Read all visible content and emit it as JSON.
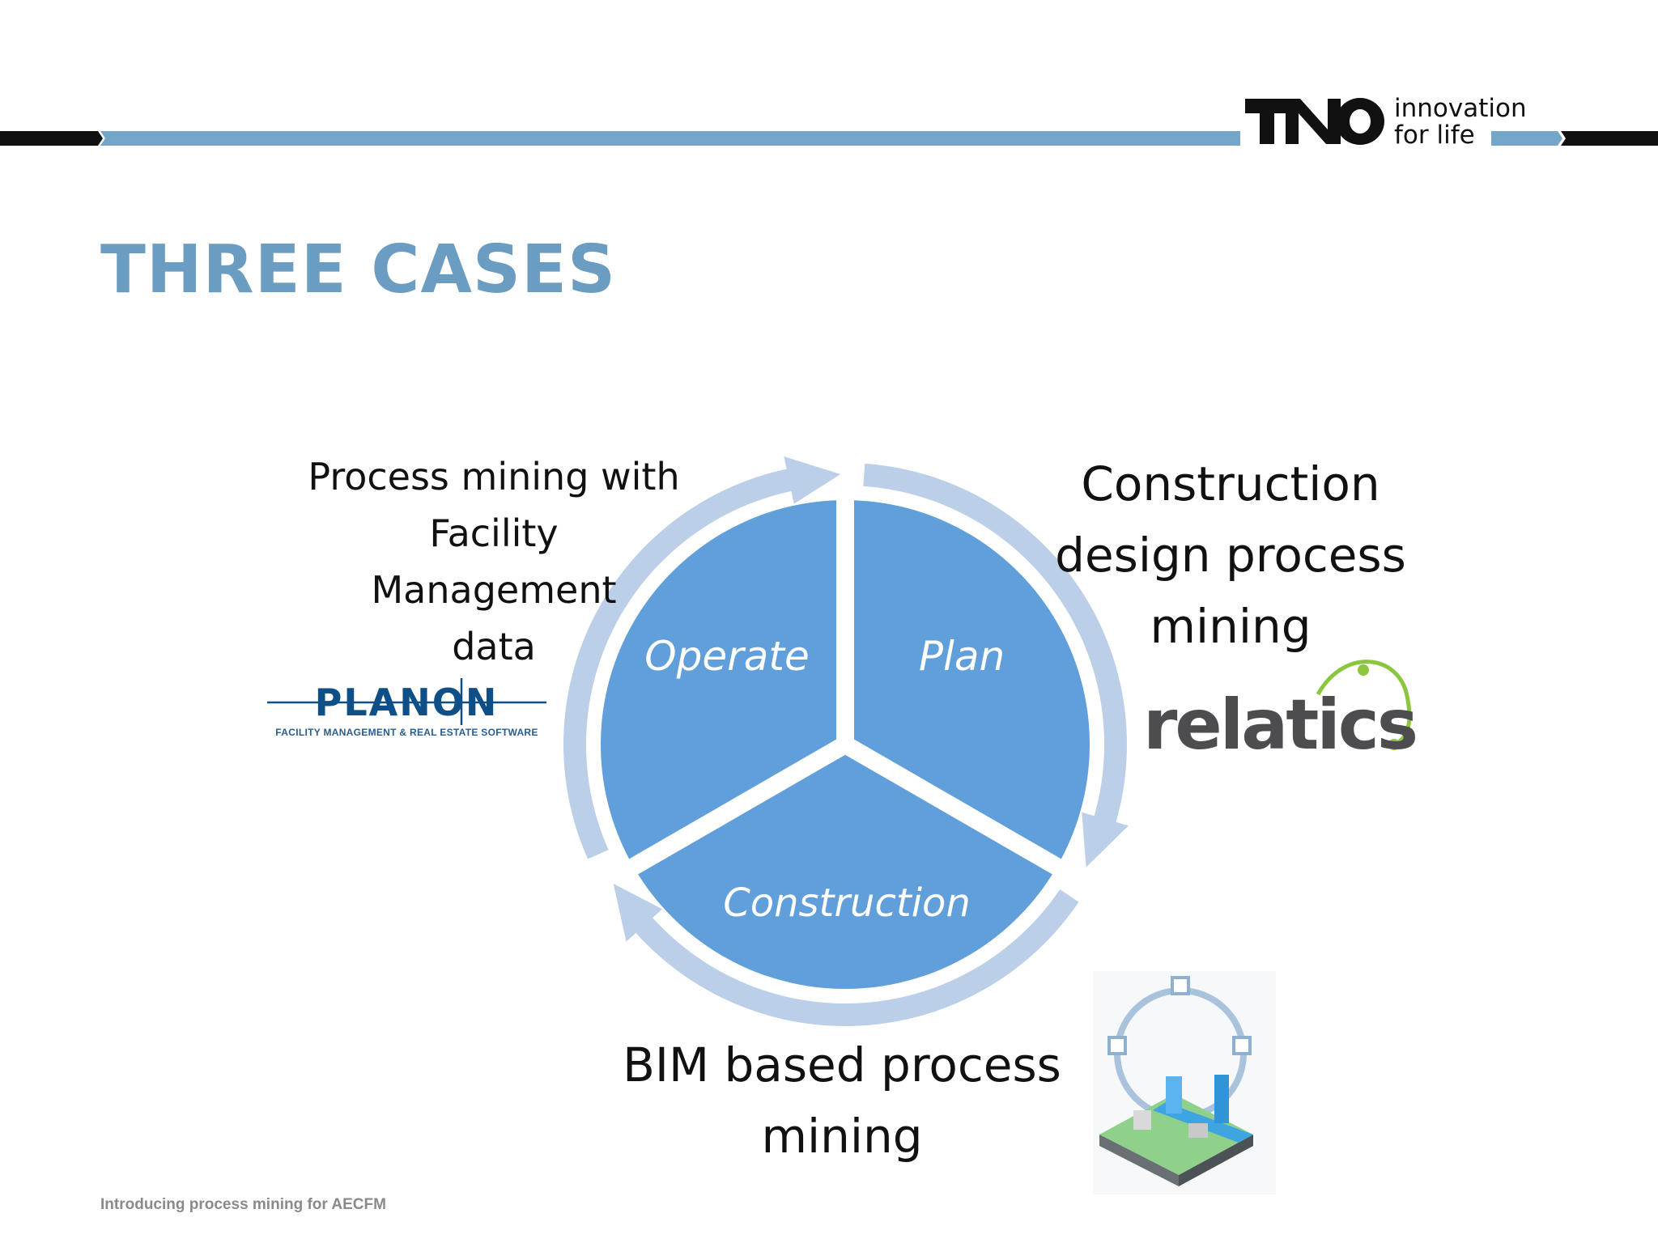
{
  "header": {
    "logo_mark": "TNO",
    "tagline_line1": "innovation",
    "tagline_line2": "for life"
  },
  "title": "THREE CASES",
  "cycle": {
    "segments": [
      {
        "label": "Plan"
      },
      {
        "label": "Construction"
      },
      {
        "label": "Operate"
      }
    ]
  },
  "cases": {
    "facility": {
      "lines": [
        "Process mining with",
        "Facility",
        "Management",
        "data"
      ],
      "logo_name": "PLANON",
      "logo_tagline": "FACILITY MANAGEMENT & REAL ESTATE SOFTWARE"
    },
    "design": {
      "lines": [
        "Construction",
        "design process",
        "mining"
      ],
      "logo_name": "relatics"
    },
    "bim": {
      "lines": [
        "BIM based process",
        "mining"
      ]
    }
  },
  "footer": "Introducing process mining for AECFM",
  "colors": {
    "title": "#6b9dc2",
    "band": "#74a6ca",
    "segment": "#5497d8",
    "ring": "#bccfe8",
    "dark": "#111111"
  }
}
